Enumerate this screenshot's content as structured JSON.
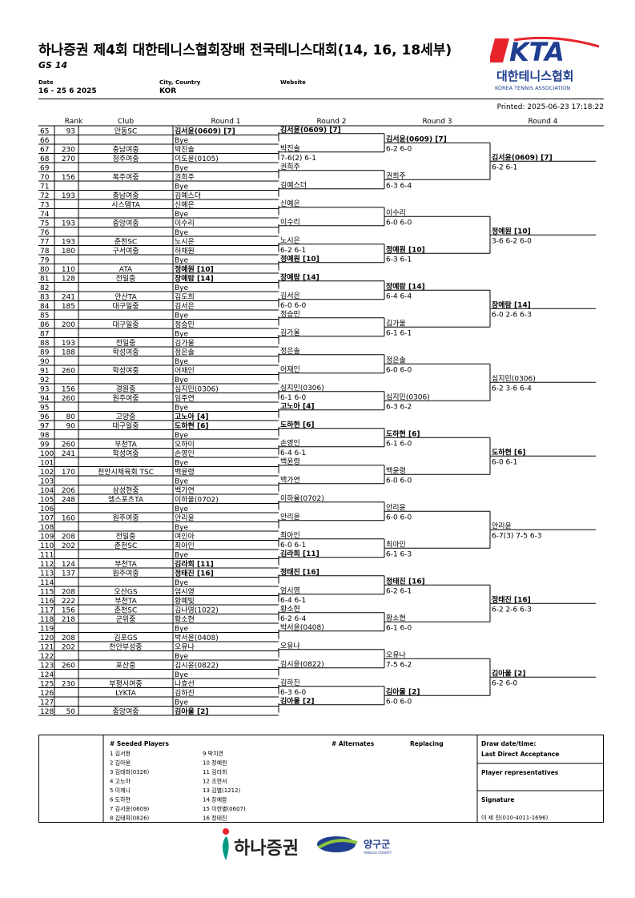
{
  "header": {
    "title": "하나증권 제4회 대한테니스협회장배 전국테니스대회(14, 16, 18세부)",
    "event": "GS 14",
    "date_label": "Date",
    "date": "16 - 25 6 2025",
    "city_label": "City, Country",
    "city": "KOR",
    "website_label": "Website",
    "printed": "Printed: 2025-06-23 17:18:22"
  },
  "logo": {
    "mark": "KTA",
    "name_ko": "대한테니스협회",
    "name_en": "KOREA TENNIS ASSOCIATION",
    "colors": {
      "red": "#e8242b",
      "blue": "#1f3e8f"
    }
  },
  "columns": {
    "rank": "Rank",
    "club": "Club",
    "r1": "Round 1",
    "r2": "Round 2",
    "r3": "Round 3",
    "r4": "Round 4"
  },
  "entries": [
    [
      "65",
      "93",
      "안동SC",
      "김서윤(0609) [7]",
      1
    ],
    [
      "66",
      "",
      "",
      "Bye",
      0
    ],
    [
      "67",
      "230",
      "충남여중",
      "박진솔",
      0
    ],
    [
      "68",
      "270",
      "청주여중",
      "이도윤(0105)",
      0
    ],
    [
      "69",
      "",
      "",
      "Bye",
      0
    ],
    [
      "70",
      "156",
      "복주여중",
      "권희주",
      0
    ],
    [
      "71",
      "",
      "",
      "Bye",
      0
    ],
    [
      "72",
      "193",
      "충남여중",
      "김예스더",
      0
    ],
    [
      "73",
      "",
      "시스템TA",
      "신예은",
      0
    ],
    [
      "74",
      "",
      "",
      "Bye",
      0
    ],
    [
      "75",
      "193",
      "중앙여중",
      "이수리",
      0
    ],
    [
      "76",
      "",
      "",
      "Bye",
      0
    ],
    [
      "77",
      "193",
      "춘천SC",
      "노시은",
      0
    ],
    [
      "78",
      "180",
      "구서여중",
      "하채원",
      0
    ],
    [
      "79",
      "",
      "",
      "Bye",
      0
    ],
    [
      "80",
      "110",
      "ATA",
      "정예원 [10]",
      1
    ],
    [
      "81",
      "128",
      "전일중",
      "장예람 [14]",
      1
    ],
    [
      "82",
      "",
      "",
      "Bye",
      0
    ],
    [
      "83",
      "241",
      "안산TA",
      "김도희",
      0
    ],
    [
      "84",
      "185",
      "대구일중",
      "김서은",
      0
    ],
    [
      "85",
      "",
      "",
      "Bye",
      0
    ],
    [
      "86",
      "200",
      "대구일중",
      "정승민",
      0
    ],
    [
      "87",
      "",
      "",
      "Bye",
      0
    ],
    [
      "88",
      "193",
      "전일중",
      "김가울",
      0
    ],
    [
      "89",
      "188",
      "학성여중",
      "정은솔",
      0
    ],
    [
      "90",
      "",
      "",
      "Bye",
      0
    ],
    [
      "91",
      "260",
      "학성여중",
      "어재인",
      0
    ],
    [
      "92",
      "",
      "",
      "Bye",
      0
    ],
    [
      "93",
      "156",
      "경원중",
      "심지민(0306)",
      0
    ],
    [
      "94",
      "260",
      "원주여중",
      "임주연",
      0
    ],
    [
      "95",
      "",
      "",
      "Bye",
      0
    ],
    [
      "96",
      "80",
      "고양중",
      "고노아 [4]",
      1
    ],
    [
      "97",
      "90",
      "대구일중",
      "도하현 [6]",
      1
    ],
    [
      "98",
      "",
      "",
      "Bye",
      0
    ],
    [
      "99",
      "260",
      "부천TA",
      "오하이",
      0
    ],
    [
      "100",
      "241",
      "학성여중",
      "손영인",
      0
    ],
    [
      "101",
      "",
      "",
      "Bye",
      0
    ],
    [
      "102",
      "170",
      "천안시체육회 TSC",
      "백윤령",
      0
    ],
    [
      "103",
      "",
      "",
      "Bye",
      0
    ],
    [
      "104",
      "206",
      "삼성현중",
      "백가연",
      0
    ],
    [
      "105",
      "248",
      "엠스포츠TA",
      "이하율(0702)",
      0
    ],
    [
      "106",
      "",
      "",
      "Bye",
      0
    ],
    [
      "107",
      "160",
      "원주여중",
      "안리윤",
      0
    ],
    [
      "108",
      "",
      "",
      "Bye",
      0
    ],
    [
      "109",
      "208",
      "전일중",
      "여인아",
      0
    ],
    [
      "110",
      "202",
      "춘천SC",
      "최아인",
      0
    ],
    [
      "111",
      "",
      "",
      "Bye",
      0
    ],
    [
      "112",
      "124",
      "부천TA",
      "김라희 [11]",
      1
    ],
    [
      "113",
      "137",
      "원주여중",
      "정태진 [16]",
      1
    ],
    [
      "114",
      "",
      "",
      "Bye",
      0
    ],
    [
      "115",
      "208",
      "오산GS",
      "엄시영",
      0
    ],
    [
      "116",
      "222",
      "부천TA",
      "황예빛",
      0
    ],
    [
      "117",
      "156",
      "춘천SC",
      "김나영(1022)",
      0
    ],
    [
      "118",
      "218",
      "군위중",
      "황소현",
      0
    ],
    [
      "119",
      "",
      "",
      "Bye",
      0
    ],
    [
      "120",
      "208",
      "김포GS",
      "박서윤(0408)",
      0
    ],
    [
      "121",
      "202",
      "천안부성중",
      "오유나",
      0
    ],
    [
      "122",
      "",
      "",
      "Bye",
      0
    ],
    [
      "123",
      "260",
      "포산중",
      "김시윤(0822)",
      0
    ],
    [
      "124",
      "",
      "",
      "Bye",
      0
    ],
    [
      "125",
      "230",
      "부평서여중",
      "나효선",
      0
    ],
    [
      "126",
      "",
      "LYKTA",
      "김하진",
      0
    ],
    [
      "127",
      "",
      "",
      "Bye",
      0
    ],
    [
      "128",
      "50",
      "중앙여중",
      "김아울 [2]",
      1
    ]
  ],
  "round2": [
    [
      "김서윤(0609) [7]",
      "",
      1
    ],
    [
      "박진솔",
      "7-6(2) 6-1",
      0
    ],
    [
      "권희주",
      "",
      0
    ],
    [
      "김예스더",
      "",
      0
    ],
    [
      "신예은",
      "",
      0
    ],
    [
      "이수리",
      "",
      0
    ],
    [
      "노시은",
      "6-2 6-1",
      0
    ],
    [
      "정예원 [10]",
      "",
      1
    ],
    [
      "장예람 [14]",
      "",
      1
    ],
    [
      "김서은",
      "6-0 6-0",
      0
    ],
    [
      "정승민",
      "",
      0
    ],
    [
      "김가울",
      "",
      0
    ],
    [
      "정은솔",
      "",
      0
    ],
    [
      "어재인",
      "",
      0
    ],
    [
      "심지민(0306)",
      "6-1 6-0",
      0
    ],
    [
      "고노아 [4]",
      "",
      1
    ],
    [
      "도하현 [6]",
      "",
      1
    ],
    [
      "손영인",
      "6-4 6-1",
      0
    ],
    [
      "백윤령",
      "",
      0
    ],
    [
      "백가연",
      "",
      0
    ],
    [
      "이하율(0702)",
      "",
      0
    ],
    [
      "안리윤",
      "",
      0
    ],
    [
      "최아인",
      "6-0 6-1",
      0
    ],
    [
      "김라희 [11]",
      "",
      1
    ],
    [
      "정태진 [16]",
      "",
      1
    ],
    [
      "엄시영",
      "6-4 6-1",
      0
    ],
    [
      "황소현",
      "6-2 6-4",
      0
    ],
    [
      "박서윤(0408)",
      "",
      0
    ],
    [
      "오유나",
      "",
      0
    ],
    [
      "김시윤(0822)",
      "",
      0
    ],
    [
      "김하진",
      "6-3 6-0",
      0
    ],
    [
      "김아울 [2]",
      "",
      1
    ]
  ],
  "round3": [
    [
      "김서윤(0609) [7]",
      "6-2 6-0",
      1
    ],
    [
      "권희주",
      "6-3 6-4",
      0
    ],
    [
      "이수리",
      "6-0 6-0",
      0
    ],
    [
      "정예원 [10]",
      "6-3 6-1",
      1
    ],
    [
      "장예람 [14]",
      "6-4 6-4",
      1
    ],
    [
      "김가울",
      "6-1 6-1",
      0
    ],
    [
      "정은솔",
      "6-0 6-0",
      0
    ],
    [
      "심지민(0306)",
      "6-3 6-2",
      0
    ],
    [
      "도하현 [6]",
      "6-1 6-0",
      1
    ],
    [
      "백윤령",
      "6-0 6-0",
      0
    ],
    [
      "안리윤",
      "6-0 6-0",
      0
    ],
    [
      "최아인",
      "6-1 6-3",
      0
    ],
    [
      "정태진 [16]",
      "6-2 6-1",
      1
    ],
    [
      "황소현",
      "6-1 6-0",
      0
    ],
    [
      "오유나",
      "7-5 6-2",
      0
    ],
    [
      "김아울 [2]",
      "6-0 6-0",
      1
    ]
  ],
  "round4": [
    [
      "김서윤(0609) [7]",
      "6-2 6-1",
      1
    ],
    [
      "정예원 [10]",
      "3-6 6-2 6-0",
      1
    ],
    [
      "장예람 [14]",
      "6-0 2-6 6-3",
      1
    ],
    [
      "심지민(0306)",
      "6-2 3-6 6-4",
      0
    ],
    [
      "도하현 [6]",
      "6-0 6-1",
      1
    ],
    [
      "안리윤",
      "6-7(3) 7-5 6-3",
      0
    ],
    [
      "정태진 [16]",
      "6-2 2-6 6-3",
      1
    ],
    [
      "김아울 [2]",
      "6-2 6-0",
      1
    ]
  ],
  "footer": {
    "seeded_title": "#   Seeded Players",
    "seeds": [
      "1  김서현",
      "2  김아울",
      "3  김태희(0326)",
      "4  고노아",
      "5  이제니",
      "6  도하현",
      "7  김서윤(0609)",
      "8  김태희(0826)",
      "9  박지연",
      "10  정예원",
      "11  김라희",
      "12  조현서",
      "13  김별(1212)",
      "14  장예람",
      "15  이한별(0607)",
      "16  정태진"
    ],
    "alternates_title": "# Alternates",
    "replacing_title": "Replacing",
    "draw_date": "Draw date/time:",
    "lda": "Last Direct Acceptance",
    "player_reps": "Player representatives",
    "signature": "Signature",
    "signer": "이 세 진(010-4011-1696)"
  },
  "sponsors": {
    "hana": "하나증권",
    "yanggu": "양구군",
    "yanggu_en": "YANGGU COUNTY"
  }
}
